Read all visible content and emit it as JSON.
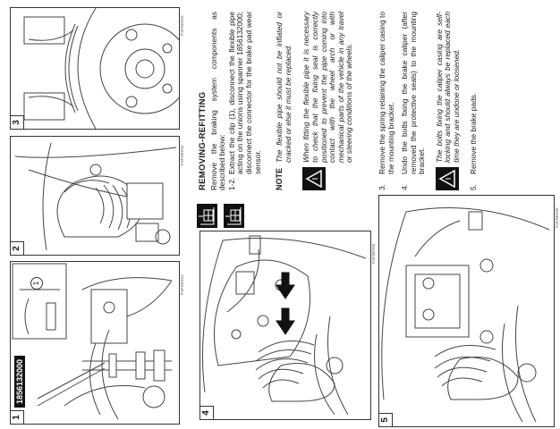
{
  "figures": [
    {
      "number": "1",
      "caption": "P4F08S01",
      "tool_label": "1856132000",
      "callout": "1"
    },
    {
      "number": "2",
      "caption": "P4F08S02"
    },
    {
      "number": "3",
      "caption": "P4F08S03"
    },
    {
      "number": "4",
      "caption": "P4F08S04"
    },
    {
      "number": "5",
      "caption": "P4F08S05"
    }
  ],
  "section": {
    "heading": "REMOVING-REFITTING",
    "intro": "Remove the braking system components as described below:",
    "steps": [
      {
        "number": "1-2.",
        "text": "Extract the clip (1), disconnect the flexible pipe acting on the unions using spanner 1856132000; disconnect the connector for the brake pad wear sensor."
      },
      {
        "number": "3.",
        "text": "Remove the spring retaining the caliper casing to the mounting bracket."
      },
      {
        "number": "4.",
        "text": "Undo the bolts fixing the brake caliper (after removed the protective seals) to the mounting bracket."
      },
      {
        "number": "5.",
        "text": "Remove the brake pads."
      }
    ],
    "note_label": "NOTE",
    "note": "The flexible pipe should not be inflated or cracked or else it must be replaced.",
    "warnings": [
      "When fitting the flexible pipe it is necessary to check that the fixing seal is correctly positioned to prevent the pipe coming into contact with the wheel arch or with mechanical parts of the vehicle in any travel or steering conditions of the wheels.",
      "The bolts fixing the caliper casing are self-locking and should always be replaced each time they are undone or loosened."
    ]
  }
}
